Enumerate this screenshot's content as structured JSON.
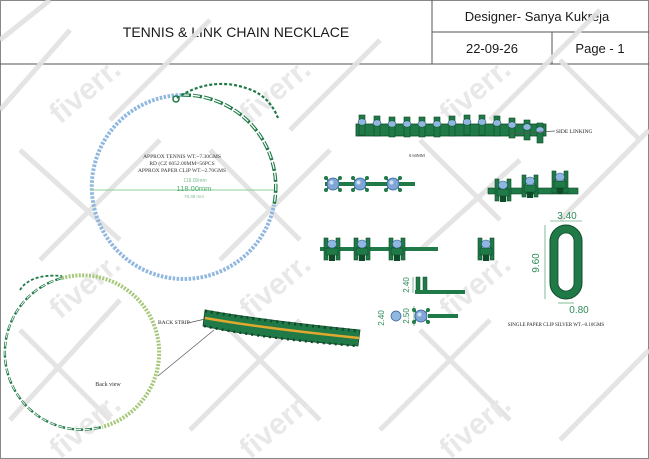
{
  "title_block": {
    "title": "TENNIS & LINK CHAIN NECKLACE",
    "designer": "Designer- Sanya Kukreja",
    "date": "22-09-26",
    "page": "Page - 1"
  },
  "front_view": {
    "notes": [
      "APPROX TENNIS WT.~7.30GMS",
      "RD (CZ 6052.00MM=56PCS",
      "APPROX PAPER CLIP WT.~2.70GMS"
    ],
    "small_dimension": "118.00mm",
    "diameter": "118.00mm",
    "small_sub_label": "78.38 mm"
  },
  "back_view": {
    "label": "Back view"
  },
  "callouts": {
    "back_strip": "BACK STRIP",
    "side_linking": "SIDE LINKING",
    "gap_dimension": "0.60MM"
  },
  "detail_dimensions": {
    "dim_240_a": "2.40",
    "dim_240_b": "2.40",
    "dim_250": "2.50"
  },
  "paper_clip": {
    "width": "3.40",
    "height": "9.60",
    "wire": "0.80",
    "caption": "SINGLE PAPER CLIP SILVER WT.~0.10GMS"
  },
  "watermark": {
    "text": "fiverr."
  },
  "colors": {
    "metal_green": "#1f7a47",
    "metal_dark": "#0f4a2a",
    "stone_blue": "#8fb7e0",
    "gold_strip": "#e0a82e",
    "dimension_green": "#2e8b57",
    "diameter_line": "#8fd19e"
  }
}
